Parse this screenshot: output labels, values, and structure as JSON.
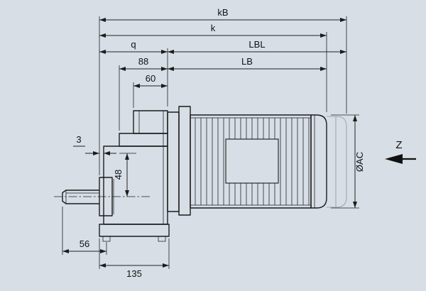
{
  "page": {
    "background": "#d7dee5",
    "line_color": "#1c1c1c",
    "phantom_color": "#9fa8b0"
  },
  "dims": {
    "kB": "kB",
    "k": "k",
    "q": "q",
    "LBL": "LBL",
    "LB": "LB",
    "d88": "88",
    "d60": "60",
    "d3": "3",
    "d48": "48",
    "dAC": "ØAC",
    "d56": "56",
    "d135": "135",
    "Z": "Z"
  }
}
